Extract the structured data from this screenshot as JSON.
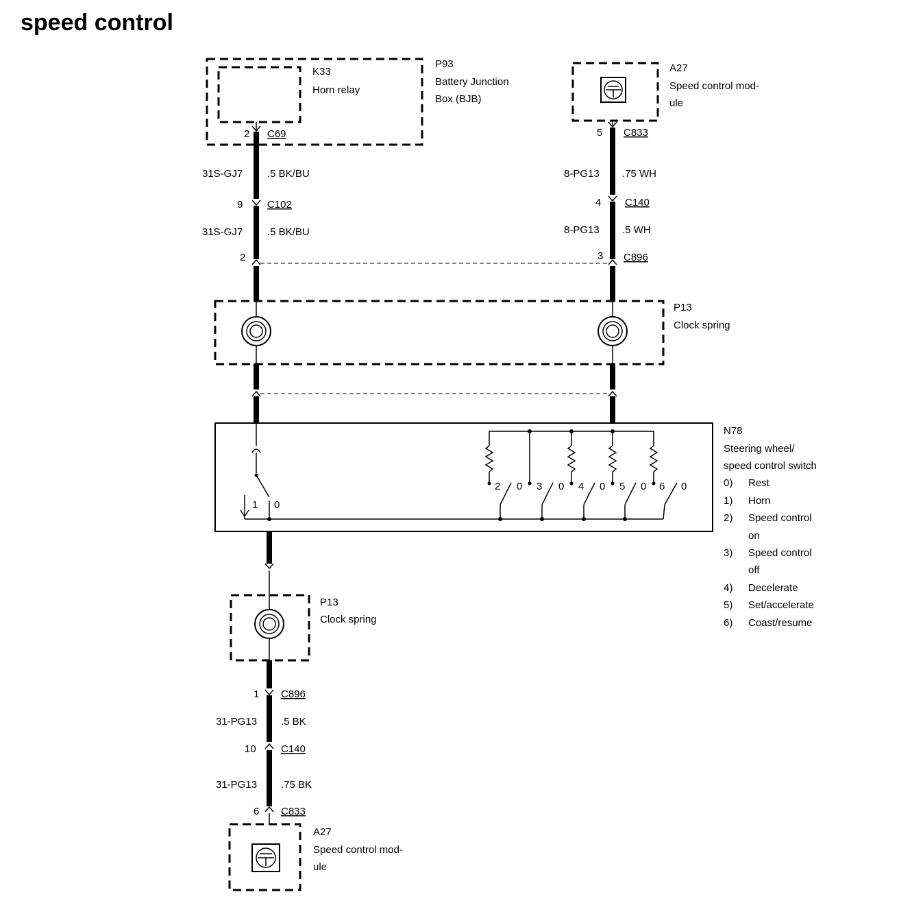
{
  "title": "speed control",
  "components": {
    "k33": {
      "id": "K33",
      "name": "Horn relay"
    },
    "p93": {
      "id": "P93",
      "name_line1": "Battery Junction",
      "name_line2": "Box (BJB)"
    },
    "a27_top": {
      "id": "A27",
      "name_line1": "Speed control mod-",
      "name_line2": "ule"
    },
    "p13_top": {
      "id": "P13",
      "name": "Clock spring"
    },
    "n78": {
      "id": "N78",
      "name_line1": "Steering wheel/",
      "name_line2": "speed control switch"
    },
    "p13_bottom": {
      "id": "P13",
      "name": "Clock spring"
    },
    "a27_bottom": {
      "id": "A27",
      "name_line1": "Speed control mod-",
      "name_line2": "ule"
    }
  },
  "left_circuit": {
    "c69": {
      "pin": "2",
      "connector": "C69"
    },
    "wire1": {
      "circuit": "31S-GJ7",
      "spec": ".5 BK/BU"
    },
    "c102": {
      "pin": "9",
      "connector": "C102"
    },
    "wire2": {
      "circuit": "31S-GJ7",
      "spec": ".5 BK/BU"
    },
    "c896": {
      "pin": "2"
    }
  },
  "right_circuit": {
    "c833": {
      "pin": "5",
      "connector": "C833"
    },
    "wire1": {
      "circuit": "8-PG13",
      "spec": ".75 WH"
    },
    "c140": {
      "pin": "4",
      "connector": "C140"
    },
    "wire2": {
      "circuit": "8-PG13",
      "spec": ".5 WH"
    },
    "c896": {
      "pin": "3",
      "connector": "C896"
    }
  },
  "bottom_circuit": {
    "c896": {
      "pin": "1",
      "connector": "C896"
    },
    "wire1": {
      "circuit": "31-PG13",
      "spec": ".5 BK"
    },
    "c140": {
      "pin": "10",
      "connector": "C140"
    },
    "wire2": {
      "circuit": "31-PG13",
      "spec": ".75 BK"
    },
    "c833": {
      "pin": "6",
      "connector": "C833"
    }
  },
  "switch_labels": {
    "horn_1": "1",
    "horn_0": "0",
    "s2": "2",
    "s2_0": "0",
    "s3": "3",
    "s3_0": "0",
    "s4": "4",
    "s4_0": "0",
    "s5": "5",
    "s5_0": "0",
    "s6": "6",
    "s6_0": "0"
  },
  "legend": [
    {
      "num": "0)",
      "text": "Rest"
    },
    {
      "num": "1)",
      "text": "Horn"
    },
    {
      "num": "2)",
      "text": "Speed control",
      "text2": "on"
    },
    {
      "num": "3)",
      "text": "Speed control",
      "text2": "off"
    },
    {
      "num": "4)",
      "text": "Decelerate"
    },
    {
      "num": "5)",
      "text": "Set/accelerate"
    },
    {
      "num": "6)",
      "text": "Coast/resume"
    }
  ]
}
